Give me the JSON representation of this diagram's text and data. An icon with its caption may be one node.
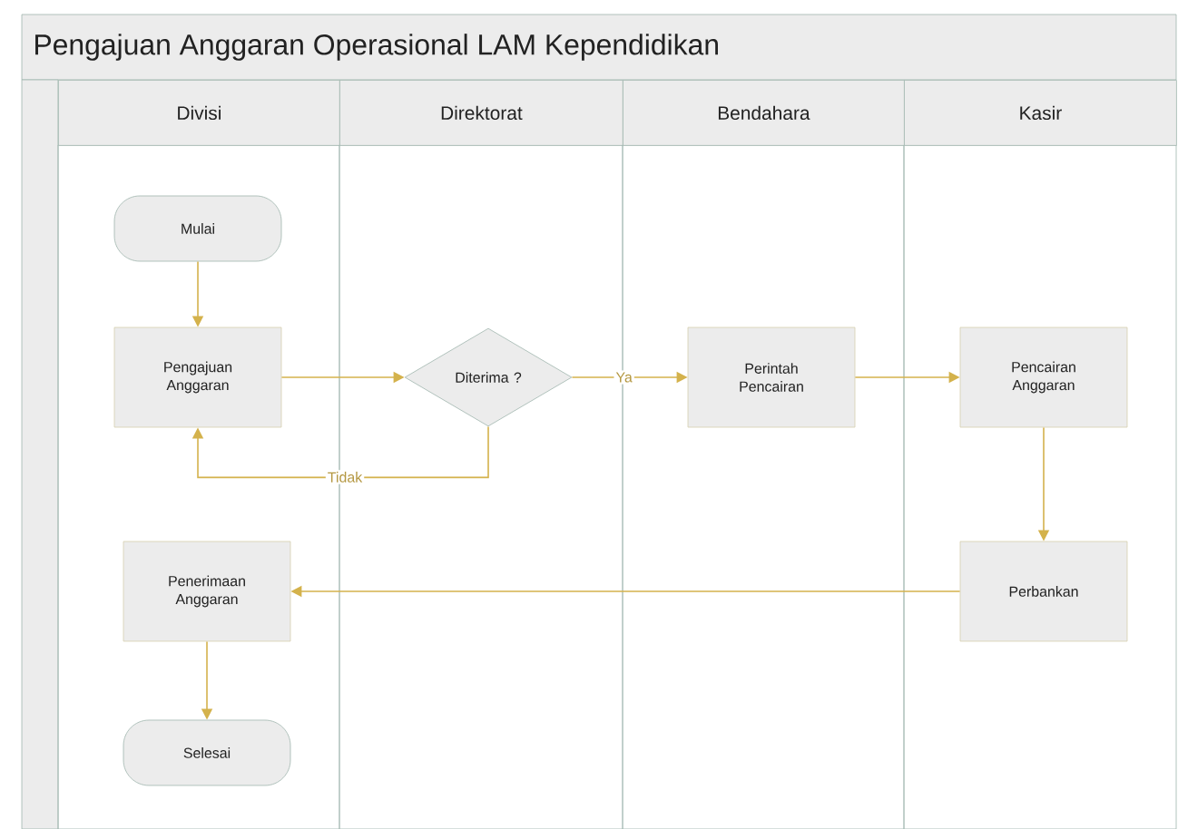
{
  "diagram": {
    "title": "Pengajuan Anggaran Operasional LAM Kependidikan",
    "nodes": [
      {
        "text": [
          "Divisi"
        ]
      },
      {
        "text": [
          "Direktorat"
        ]
      },
      {
        "text": [
          "Bendahara"
        ]
      },
      {
        "text": [
          "Kasir"
        ]
      },
      {
        "text": [
          "Mulai"
        ],
        "in": 0
      },
      {
        "text": [
          "Pengajuan Anggaran"
        ],
        "in": 0
      },
      {
        "text": [
          "Diterima ?"
        ],
        "in": 1
      },
      {
        "text": [
          "Perintah Pencairan"
        ],
        "in": 2
      },
      {
        "text": [
          "Pencairan Anggaran"
        ],
        "in": 3
      },
      {
        "text": [
          "Perbankan"
        ],
        "in": 3
      },
      {
        "text": [
          "Penerimaan Anggaran"
        ],
        "in": 0
      },
      {
        "text": [
          "Selesai"
        ],
        "in": 0
      }
    ],
    "edges": [
      {
        "from": 4,
        "to": 5,
        "arrow": "to"
      },
      {
        "from": 5,
        "to": 6,
        "arrow": "to"
      },
      {
        "from": 6,
        "to": 7,
        "arrow": "to",
        "label": "Ya"
      },
      {
        "from": 6,
        "to": 5,
        "arrow": "to",
        "label": "Tidak"
      },
      {
        "from": 7,
        "to": 8,
        "arrow": "to"
      },
      {
        "from": 8,
        "to": 9,
        "arrow": "to"
      },
      {
        "from": 9,
        "to": 10,
        "arrow": "to"
      },
      {
        "from": 10,
        "to": 11,
        "arrow": "to"
      }
    ]
  }
}
